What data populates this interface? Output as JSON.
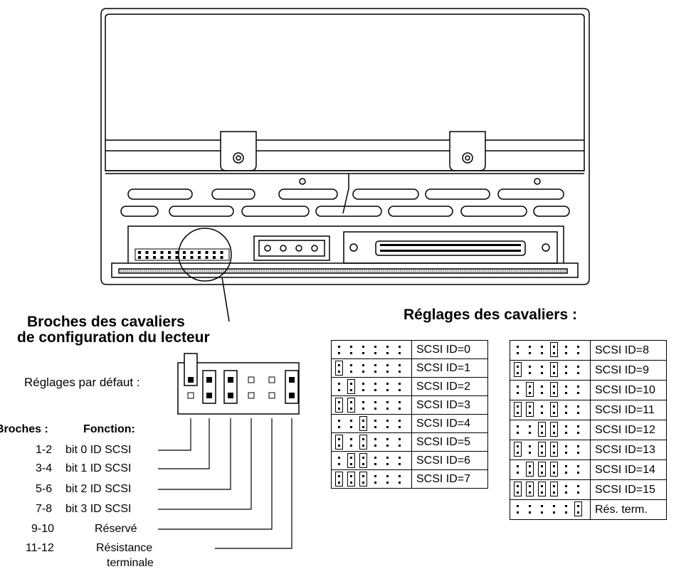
{
  "headings": {
    "pins_title_line1": "Broches des cavaliers",
    "pins_title_line2": "de configuration du lecteur",
    "settings_title": "Réglages des cavaliers :"
  },
  "default_label": "Réglages par défaut :",
  "columns": {
    "pins": "Broches :",
    "function": "Fonction:"
  },
  "functions": [
    {
      "pins": "1-2",
      "label": "bit 0 ID SCSI"
    },
    {
      "pins": "3-4",
      "label": "bit 1 ID SCSI"
    },
    {
      "pins": "5-6",
      "label": "bit 2 ID SCSI"
    },
    {
      "pins": "7-8",
      "label": "bit 3 ID SCSI"
    },
    {
      "pins": "9-10",
      "label": "Réservé"
    },
    {
      "pins": "11-12",
      "label": "Résistance terminale",
      "label_line1": "Résistance",
      "label_line2": "terminale"
    }
  ],
  "default_jumpers": [
    1,
    2,
    3,
    6
  ],
  "table_left": [
    {
      "label": "SCSI ID=0",
      "jumpers": []
    },
    {
      "label": "SCSI ID=1",
      "jumpers": [
        1
      ]
    },
    {
      "label": "SCSI ID=2",
      "jumpers": [
        2
      ]
    },
    {
      "label": "SCSI ID=3",
      "jumpers": [
        1,
        2
      ]
    },
    {
      "label": "SCSI ID=4",
      "jumpers": [
        3
      ]
    },
    {
      "label": "SCSI ID=5",
      "jumpers": [
        1,
        3
      ]
    },
    {
      "label": "SCSI ID=6",
      "jumpers": [
        2,
        3
      ]
    },
    {
      "label": "SCSI ID=7",
      "jumpers": [
        1,
        2,
        3
      ]
    }
  ],
  "table_right": [
    {
      "label": "SCSI ID=8",
      "jumpers": [
        4
      ]
    },
    {
      "label": "SCSI ID=9",
      "jumpers": [
        1,
        4
      ]
    },
    {
      "label": "SCSI ID=10",
      "jumpers": [
        2,
        4
      ]
    },
    {
      "label": "SCSI ID=11",
      "jumpers": [
        1,
        2,
        4
      ]
    },
    {
      "label": "SCSI ID=12",
      "jumpers": [
        3,
        4
      ]
    },
    {
      "label": "SCSI ID=13",
      "jumpers": [
        1,
        3,
        4
      ]
    },
    {
      "label": "SCSI ID=14",
      "jumpers": [
        2,
        3,
        4
      ]
    },
    {
      "label": "SCSI ID=15",
      "jumpers": [
        1,
        2,
        3,
        4
      ]
    },
    {
      "label": "Rés. term.",
      "jumpers": [
        6
      ]
    }
  ]
}
